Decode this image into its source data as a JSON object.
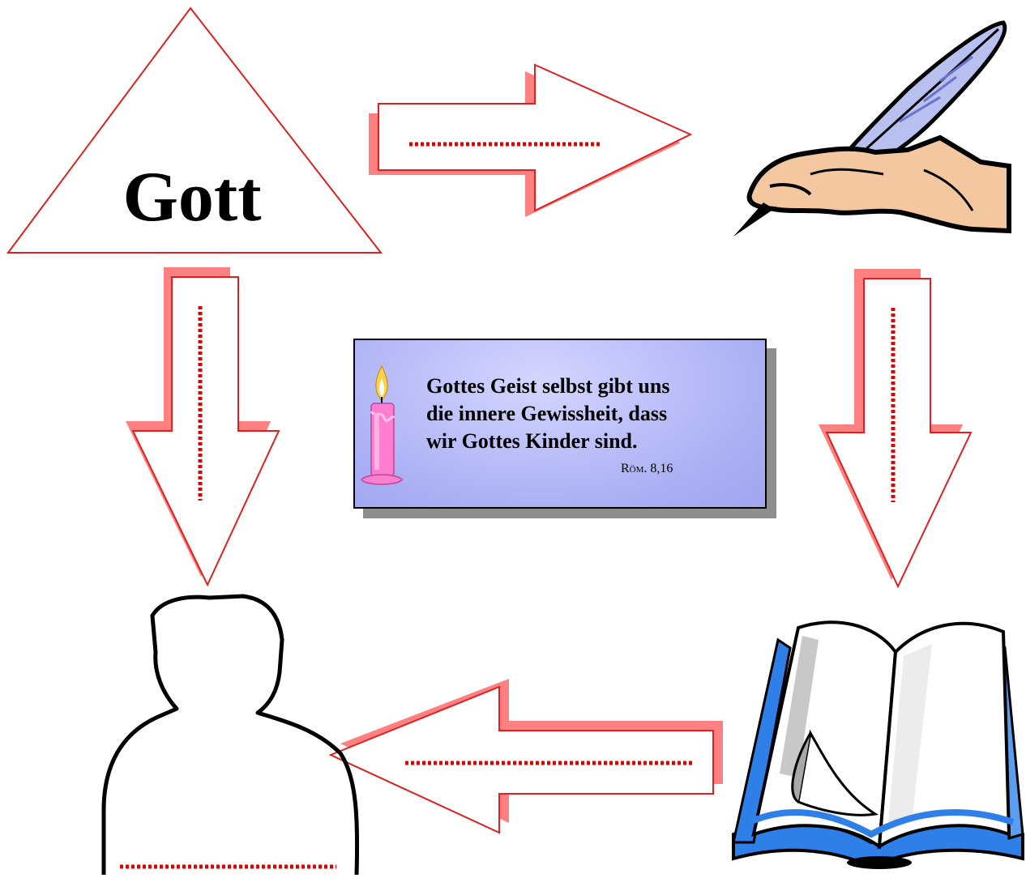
{
  "diagram": {
    "triangle_label": "Gott",
    "verse": {
      "lines": [
        "Gottes Geist selbst gibt uns",
        "die innere Gewissheit, dass",
        "wir Gottes Kinder sind."
      ],
      "reference": "Röm. 8,16"
    },
    "icons": {
      "writing_hand": "quill-hand-icon",
      "book": "open-book-icon",
      "person": "person-silhouette-icon",
      "candle": "candle-icon"
    },
    "colors": {
      "arrow_outline": "#e02020",
      "arrow_shadow": "#ff8080",
      "dotted_line": "#e00000",
      "verse_box": "#aab0f4",
      "book_blue": "#2f7fe8"
    }
  }
}
